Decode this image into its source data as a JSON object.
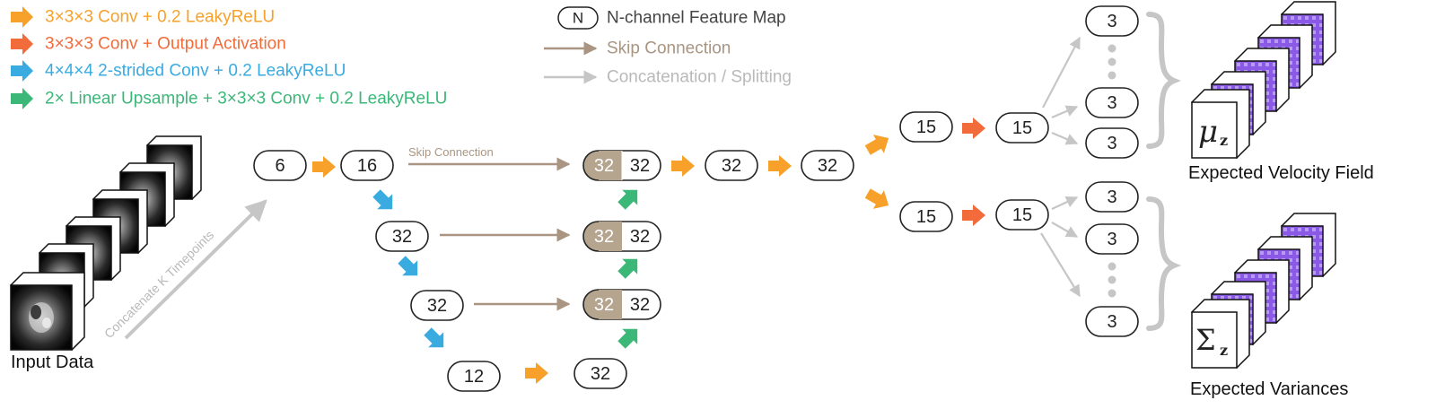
{
  "colors": {
    "conv_leaky": "#f7a12b",
    "conv_output": "#f26b3a",
    "strided": "#3aabe0",
    "upsample": "#3bb878",
    "skip": "#a99582",
    "concat": "#c6c6c6",
    "node_stroke": "#222222",
    "skip_fill": "#b5a58f",
    "cube_purple": "#8a5ae6"
  },
  "legend": {
    "conv_leaky": "3×3×3 Conv + 0.2 LeakyReLU",
    "conv_output": "3×3×3 Conv + Output Activation",
    "strided": "4×4×4 2-strided Conv + 0.2 LeakyReLU",
    "upsample": "2× Linear Upsample + 3×3×3 Conv + 0.2 LeakyReLU",
    "node_symbol": "N",
    "node_desc": "N-channel Feature Map",
    "skip": "Skip Connection",
    "concat": "Concatenation / Splitting"
  },
  "labels": {
    "input_data": "Input Data",
    "concatenate": "Concatenate K Timepoints",
    "skip_label": "Skip Connection",
    "velocity": "Expected Velocity Field",
    "variances": "Expected Variances",
    "mu_symbol": "μ",
    "sigma_symbol": "Σ",
    "sub_z": "z"
  },
  "nodes": {
    "n6": "6",
    "n16": "16",
    "n32a": "32",
    "n32b": "32",
    "n12": "12",
    "n32c": "32",
    "s1_left": "32",
    "s1_right": "32",
    "s2_left": "32",
    "s2_right": "32",
    "s3_left": "32",
    "s3_right": "32",
    "n32d": "32",
    "n32e": "32",
    "u15a": "15",
    "u15b": "15",
    "l15a": "15",
    "l15b": "15",
    "o3a": "3",
    "o3b": "3",
    "o3c": "3",
    "o3d": "3",
    "o3e": "3",
    "o3f": "3"
  }
}
